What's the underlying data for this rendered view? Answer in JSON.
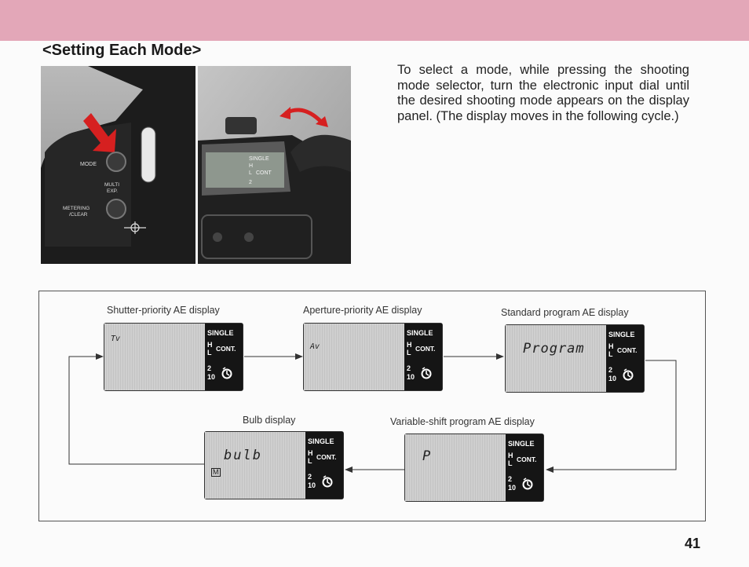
{
  "header": {
    "title": "<Setting Each Mode>"
  },
  "intro_text": "To select a mode, while pressing the shooting mode selector, turn the electronic input dial until the desired shooting mode appears on the display panel. (The display moves in the following cycle.)",
  "photo": {
    "buttons": {
      "mode": "MODE",
      "multi": "MULTI",
      "exp": "EXP.",
      "metering": "METERING",
      "clear": "/CLEAR"
    },
    "top_panel": {
      "single": "SINGLE",
      "h": "H",
      "l": "L",
      "cont": "CONT",
      "two": "2"
    }
  },
  "panel_labels": {
    "single": "SINGLE",
    "h": "H",
    "l": "L",
    "cont": "CONT.",
    "two": "2",
    "ten": "10"
  },
  "displays": [
    {
      "caption": "Shutter-priority AE display",
      "mode_text": "Tv"
    },
    {
      "caption": "Aperture-priority AE display",
      "mode_text": "Av"
    },
    {
      "caption": "Standard program AE display",
      "mode_text": "Program"
    },
    {
      "caption": "Variable-shift program AE display",
      "mode_text": "P"
    },
    {
      "caption": "Bulb display",
      "mode_text": "bulb",
      "extra_text": "M"
    }
  ],
  "page_number": "41"
}
